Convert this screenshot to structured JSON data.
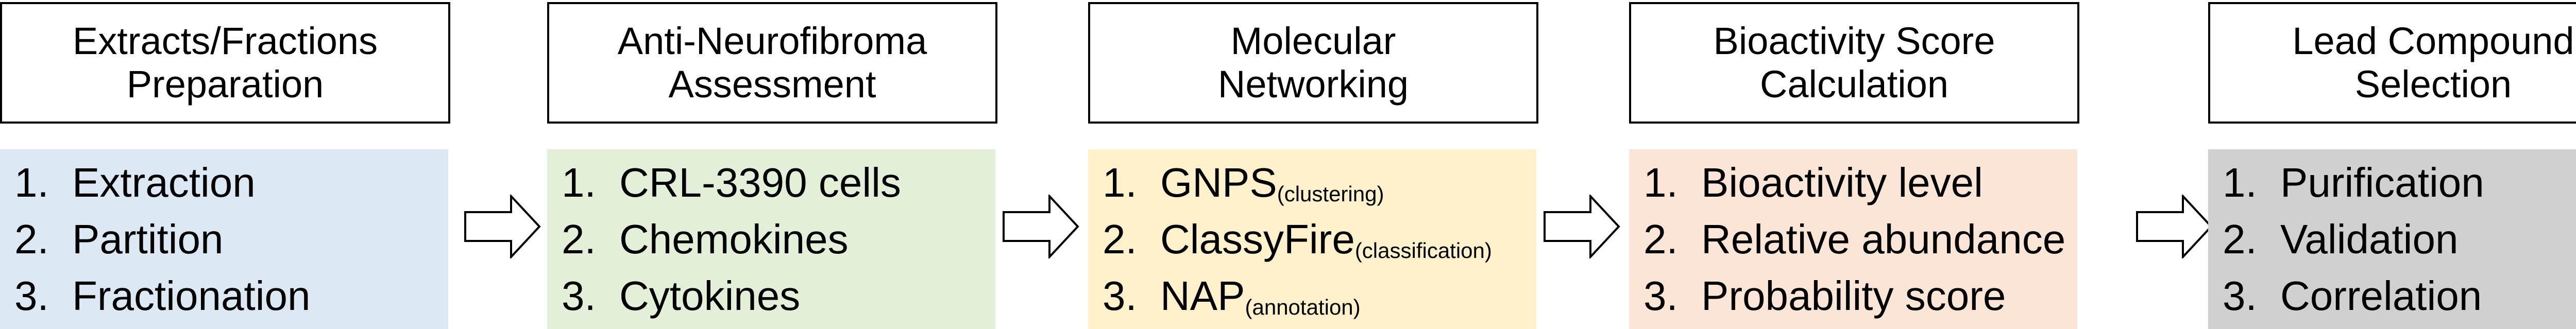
{
  "steps": [
    {
      "title_lines": [
        "Extracts/Fractions",
        "Preparation"
      ],
      "color": "#dde8f5",
      "items": [
        {
          "num": "1.",
          "text": "Extraction",
          "sub": ""
        },
        {
          "num": "2.",
          "text": "Partition",
          "sub": ""
        },
        {
          "num": "3.",
          "text": "Fractionation",
          "sub": ""
        }
      ]
    },
    {
      "title_lines": [
        "Anti-Neurofibroma",
        "Assessment"
      ],
      "color": "#e3efd9",
      "items": [
        {
          "num": "1.",
          "text": "CRL-3390 cells",
          "sub": ""
        },
        {
          "num": "2.",
          "text": "Chemokines",
          "sub": ""
        },
        {
          "num": "3.",
          "text": "Cytokines",
          "sub": ""
        }
      ]
    },
    {
      "title_lines": [
        "Molecular",
        "Networking"
      ],
      "color": "#fff1cc",
      "items": [
        {
          "num": "1.",
          "text": "GNPS",
          "sub": "(clustering)"
        },
        {
          "num": "2.",
          "text": "ClassyFire",
          "sub": "(classification)"
        },
        {
          "num": "3.",
          "text": "NAP",
          "sub": "(annotation)"
        }
      ]
    },
    {
      "title_lines": [
        "Bioactivity Score",
        "Calculation"
      ],
      "color": "#fbe5d6",
      "items": [
        {
          "num": "1.",
          "text": "Bioactivity level",
          "sub": ""
        },
        {
          "num": "2.",
          "text": "Relative abundance",
          "sub": ""
        },
        {
          "num": "3.",
          "text": "Probability score",
          "sub": ""
        }
      ]
    },
    {
      "title_lines": [
        "Lead Compound",
        "Selection"
      ],
      "color": "#d0d0d0",
      "items": [
        {
          "num": "1.",
          "text": "Purification",
          "sub": ""
        },
        {
          "num": "2.",
          "text": "Validation",
          "sub": ""
        },
        {
          "num": "3.",
          "text": "Correlation",
          "sub": ""
        }
      ]
    }
  ],
  "arrow_icon": "arrow-right-icon"
}
